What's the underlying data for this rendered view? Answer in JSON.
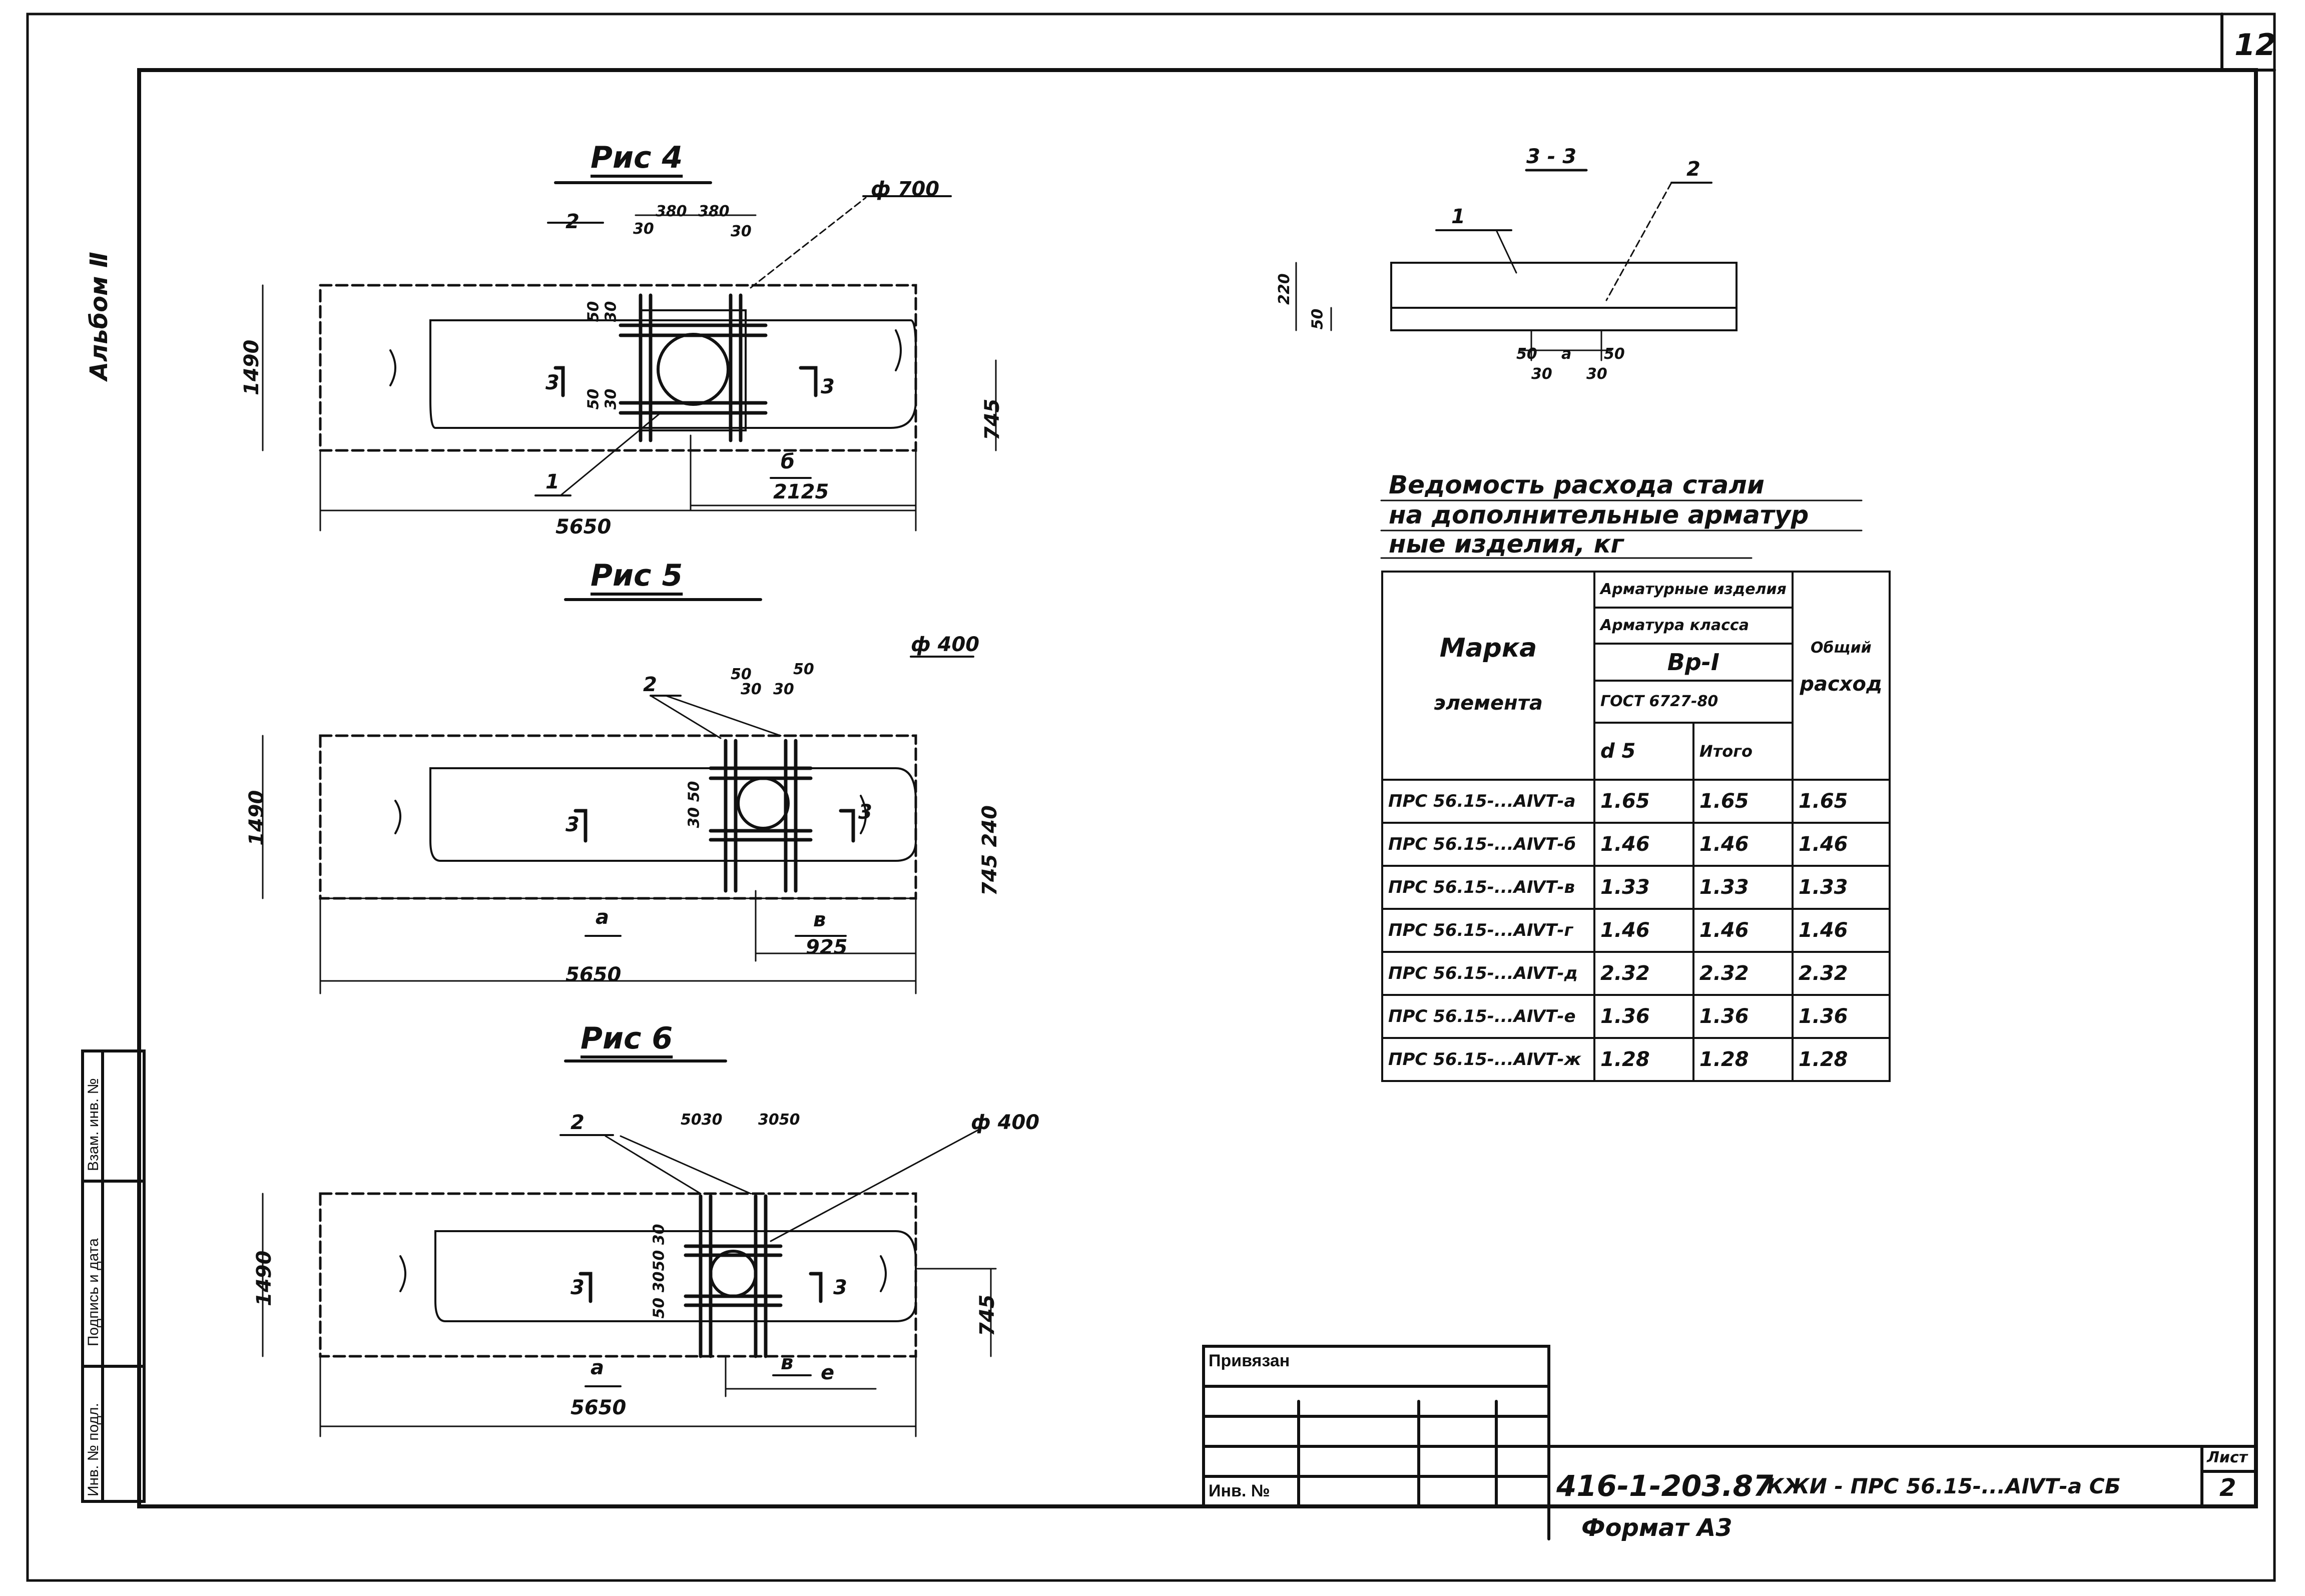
{
  "sheet": {
    "page_number": "12",
    "album_label": "Альбом Ⅱ",
    "format_label": "Формат А3"
  },
  "fig4": {
    "title": "Рис 4",
    "dims": {
      "top_left": "2",
      "top_30_left": "30",
      "top_380a": "380",
      "top_380b": "380",
      "top_30_right": "30",
      "height": "1490",
      "right_height": "745",
      "length": "5650",
      "offset_label": "б",
      "offset_value": "2125",
      "inner_50a": "50",
      "inner_50b": "50",
      "inner_30": "30",
      "inner_30b": "30"
    },
    "labels": {
      "diameter": "ф 700",
      "section_left": "3",
      "section_right": "3",
      "leader_1": "1"
    }
  },
  "fig5": {
    "title": "Рис 5",
    "dims": {
      "top_50a": "50",
      "top_30a": "30",
      "top_50b": "50",
      "top_30b": "30",
      "height": "1490",
      "right_height": "745 240",
      "length": "5650",
      "left_label": "а",
      "offset_label": "в",
      "offset_value": "925"
    },
    "labels": {
      "diameter": "ф 400",
      "leader_2": "2",
      "section_left": "3",
      "section_right": "3",
      "inner_dim": "30 50"
    }
  },
  "fig6": {
    "title": "Рис 6",
    "dims": {
      "top_left": "5030",
      "top_right": "3050",
      "height": "1490",
      "right_height": "745",
      "length": "5650",
      "left_label": "а",
      "offset_label": "в",
      "offset_value": "е"
    },
    "labels": {
      "diameter": "ф 400",
      "leader_2": "2",
      "section_left": "3",
      "section_right": "3",
      "inner_dim_a": "50 30",
      "inner_dim_b": "50 30"
    }
  },
  "section33": {
    "title": "3 - 3",
    "labels": {
      "leader_1": "1",
      "leader_2": "2"
    },
    "dims": {
      "height": "220",
      "inner": "50",
      "bottom_50a": "50",
      "bottom_a": "а",
      "bottom_50b": "50",
      "bottom_30a": "30",
      "bottom_30b": "30"
    }
  },
  "table": {
    "title_lines": [
      "Ведомость расхода стали",
      "на дополнительные арматур",
      "ные изделия, кг"
    ],
    "header": {
      "mark_line1": "Марка",
      "mark_line2": "элемента",
      "group": "Арматурные изделия",
      "rebar": "Арматура класса",
      "class": "Вр-I",
      "gost": "ГОСТ 6727-80",
      "diam": "d 5",
      "itog": "Итого",
      "total_line1": "Общий",
      "total_line2": "расход"
    },
    "rows": [
      {
        "mark": "ПРС 56.15-...АⅣТ-а",
        "d5": "1.65",
        "itog": "1.65",
        "total": "1.65"
      },
      {
        "mark": "ПРС 56.15-...АⅣТ-б",
        "d5": "1.46",
        "itog": "1.46",
        "total": "1.46"
      },
      {
        "mark": "ПРС 56.15-...АⅣТ-в",
        "d5": "1.33",
        "itog": "1.33",
        "total": "1.33"
      },
      {
        "mark": "ПРС 56.15-...АⅣТ-г",
        "d5": "1.46",
        "itog": "1.46",
        "total": "1.46"
      },
      {
        "mark": "ПРС 56.15-...АⅣТ-д",
        "d5": "2.32",
        "itog": "2.32",
        "total": "2.32"
      },
      {
        "mark": "ПРС 56.15-...АⅣТ-е",
        "d5": "1.36",
        "itog": "1.36",
        "total": "1.36"
      },
      {
        "mark": "ПРС 56.15-...АⅣТ-ж",
        "d5": "1.28",
        "itog": "1.28",
        "total": "1.28"
      }
    ]
  },
  "title_block": {
    "bound_label": "Привязан",
    "inv_label": "Инв. №",
    "document_code": "416-1-203.87",
    "document_name": "КЖИ - ПРС 56.15-...АⅣТ-а СБ",
    "sheet_label": "Лист",
    "sheet_number": "2"
  },
  "side_stamp": {
    "inv_orig": "Инв. № подл.",
    "sign_date": "Подпись и дата",
    "replace_inv": "Взам. инв. №"
  }
}
